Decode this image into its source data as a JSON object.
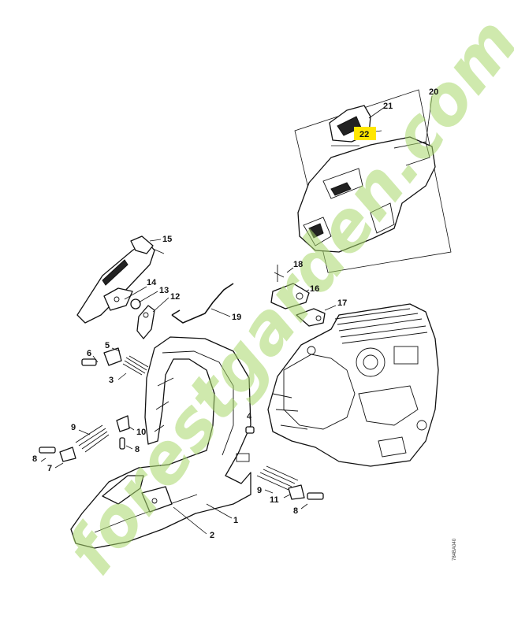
{
  "watermark": "forestgarden.com",
  "highlighted_part": "22",
  "drawing_code": "784BA040",
  "callouts": [
    {
      "id": "c1",
      "label": "1"
    },
    {
      "id": "c2",
      "label": "2"
    },
    {
      "id": "c3",
      "label": "3"
    },
    {
      "id": "c4",
      "label": "4"
    },
    {
      "id": "c5",
      "label": "5"
    },
    {
      "id": "c6",
      "label": "6"
    },
    {
      "id": "c7",
      "label": "7"
    },
    {
      "id": "c8a",
      "label": "8"
    },
    {
      "id": "c8b",
      "label": "8"
    },
    {
      "id": "c8c",
      "label": "8"
    },
    {
      "id": "c9a",
      "label": "9"
    },
    {
      "id": "c9b",
      "label": "9"
    },
    {
      "id": "c10",
      "label": "10"
    },
    {
      "id": "c11",
      "label": "11"
    },
    {
      "id": "c12",
      "label": "12"
    },
    {
      "id": "c13",
      "label": "13"
    },
    {
      "id": "c14",
      "label": "14"
    },
    {
      "id": "c15",
      "label": "15"
    },
    {
      "id": "c16",
      "label": "16"
    },
    {
      "id": "c17",
      "label": "17"
    },
    {
      "id": "c18",
      "label": "18"
    },
    {
      "id": "c19",
      "label": "19"
    },
    {
      "id": "c20",
      "label": "20"
    },
    {
      "id": "c21",
      "label": "21"
    },
    {
      "id": "c22",
      "label": "22"
    }
  ]
}
